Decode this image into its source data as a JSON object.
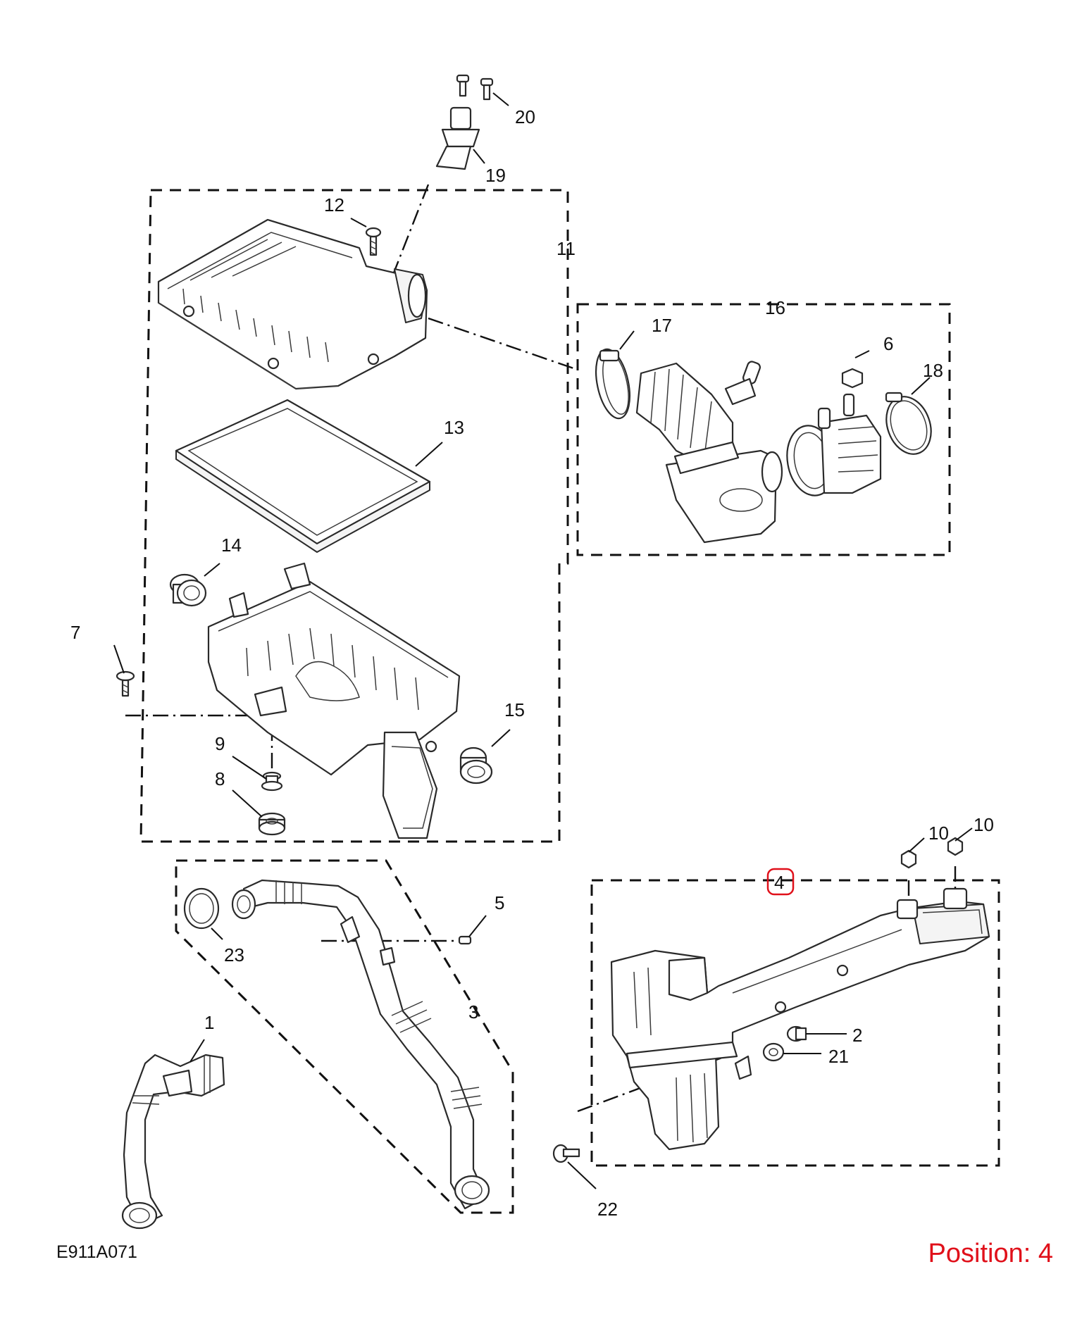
{
  "diagram": {
    "callouts": [
      "20",
      "19",
      "12",
      "11",
      "16",
      "17",
      "6",
      "18",
      "13",
      "14",
      "7",
      "15",
      "9",
      "8",
      "10",
      "10",
      "4",
      "5",
      "23",
      "3",
      "1",
      "2",
      "21",
      "22"
    ],
    "highlight_color": "#e0101a",
    "line_color": "#111111"
  },
  "footer": {
    "code": "E911A071",
    "position_label": "Position: 4"
  }
}
